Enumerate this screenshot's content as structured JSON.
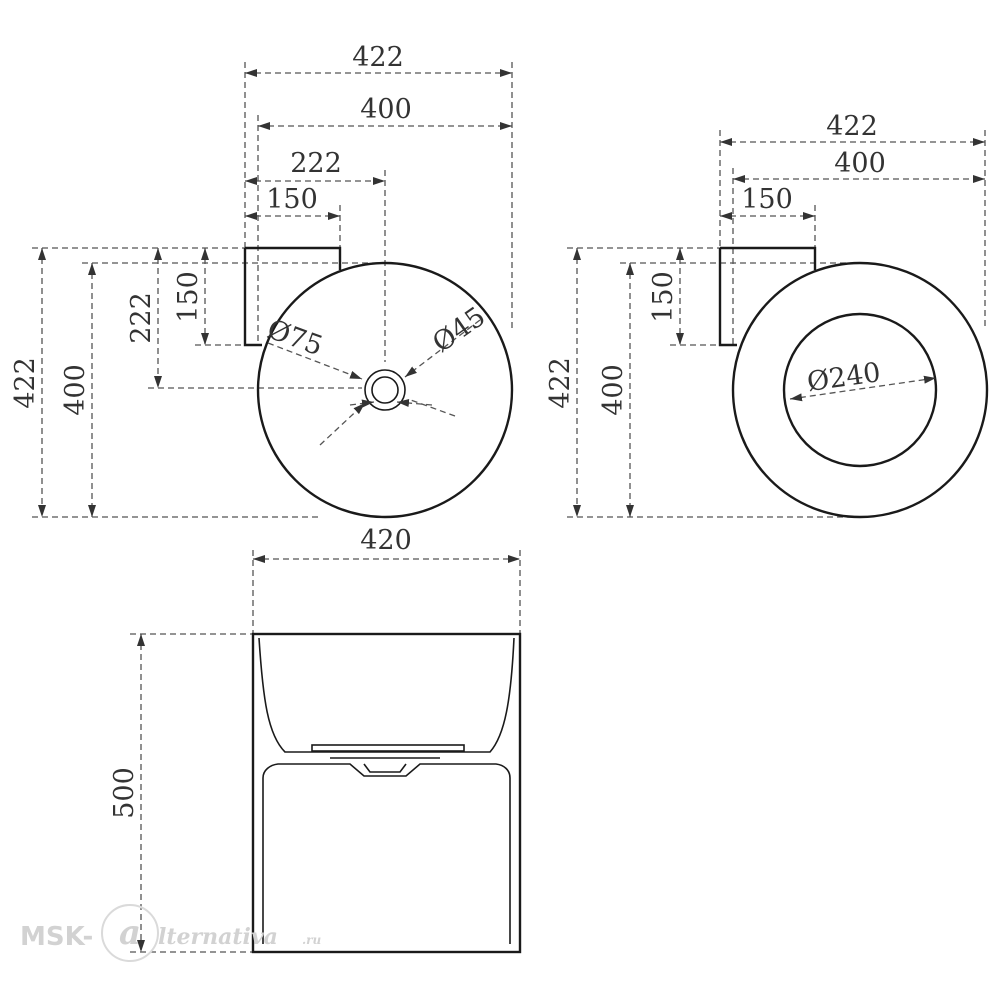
{
  "top_left_view": {
    "width_outer": "422",
    "width_inner": "400",
    "offset_center": "222",
    "tab_width": "150",
    "height_outer": "422",
    "height_inner": "400",
    "height_center": "222",
    "tab_height": "150",
    "diameter_inner": "Ø75",
    "diameter_drain": "Ø45"
  },
  "top_right_view": {
    "width_outer": "422",
    "width_inner": "400",
    "tab_width": "150",
    "height_outer": "422",
    "height_inner": "400",
    "tab_height": "150",
    "diameter_bowl": "Ø240"
  },
  "front_view": {
    "width": "420",
    "height": "500"
  },
  "watermark": {
    "prefix": "MSK-",
    "logo_letter": "a",
    "suffix": "lternativa",
    "domain": ".ru"
  },
  "colors": {
    "line": "#1a1a1a",
    "dimension": "#555555",
    "watermark": "#d2d2d2"
  }
}
